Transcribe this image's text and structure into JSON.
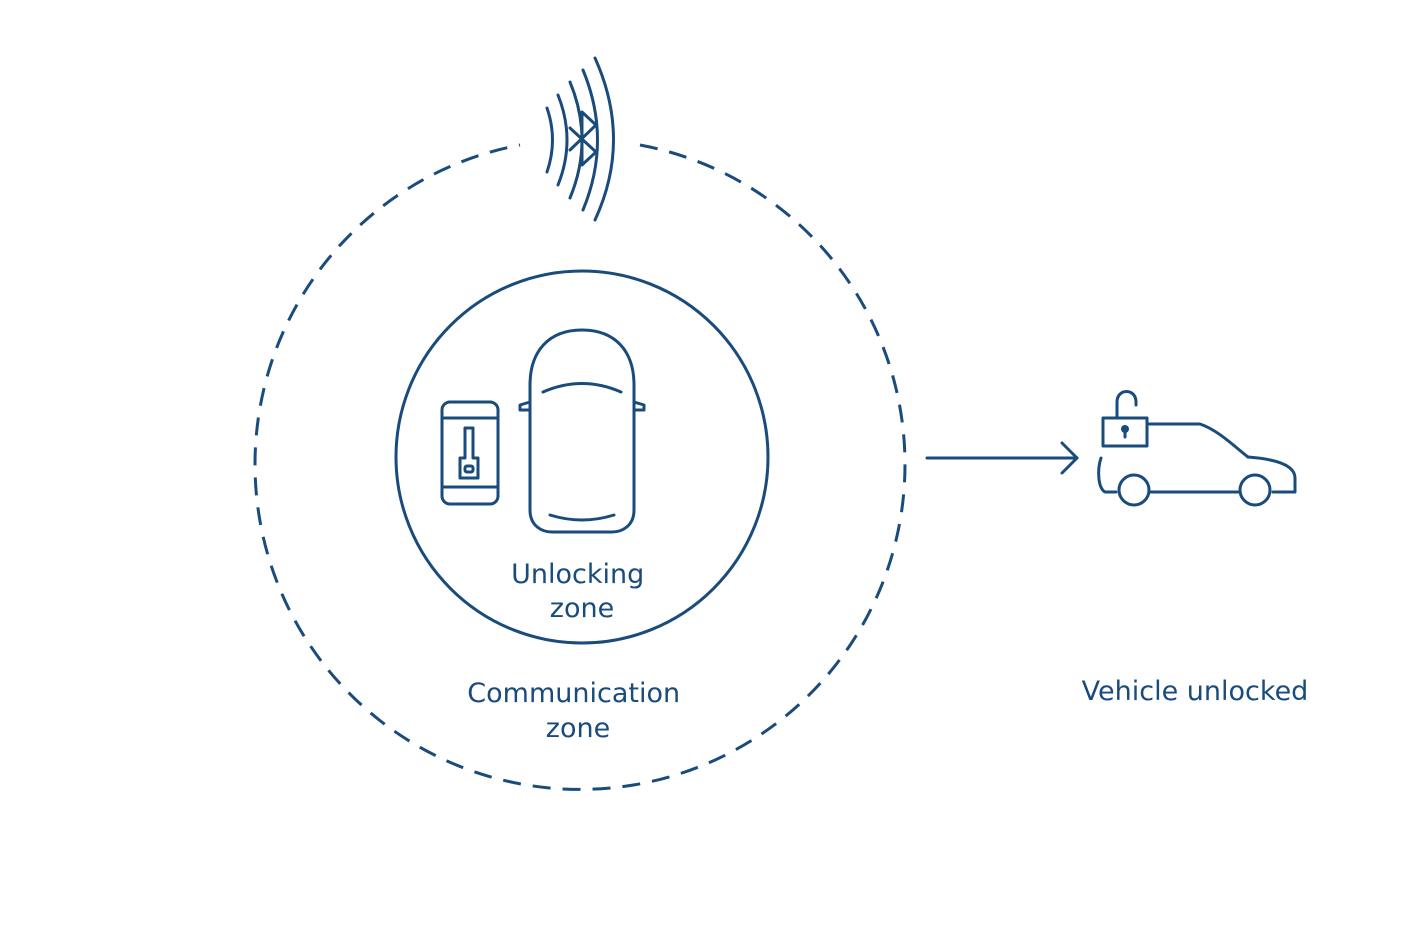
{
  "accent_color": "#1a4b7d",
  "background_color": "#ffffff",
  "icons": [
    "bluetooth-icon",
    "smartphone-key-icon",
    "car-top-view-icon",
    "padlock-open-icon",
    "car-side-view-icon",
    "arrow-right-icon"
  ],
  "labels": {
    "unlocking_zone": {
      "line1": "Unlocking",
      "line2": "zone"
    },
    "communication_zone": {
      "line1": "Communication",
      "line2": "zone"
    },
    "vehicle_unlocked": "Vehicle unlocked"
  }
}
